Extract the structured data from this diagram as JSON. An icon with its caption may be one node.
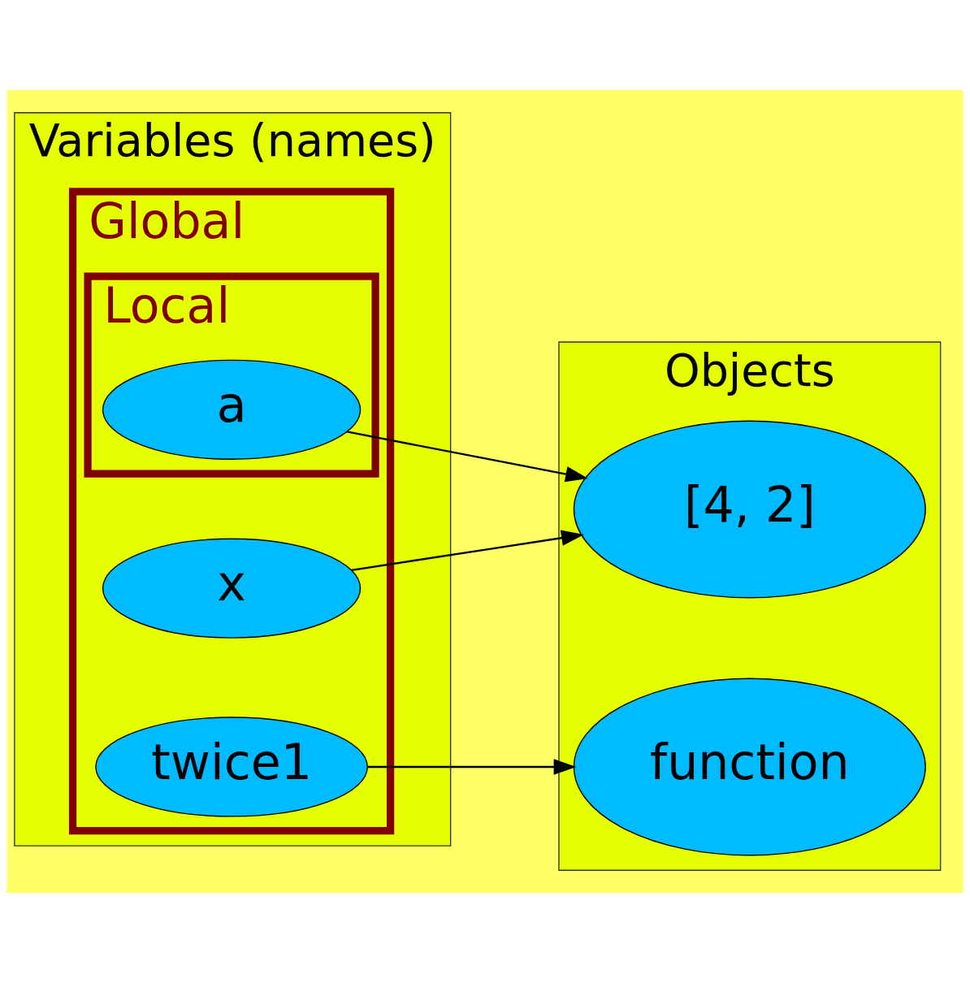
{
  "diagram": {
    "nodes": [
      {
        "text": [
          "Variables (names)"
        ]
      },
      {
        "text": [
          "Global"
        ],
        "in": 0
      },
      {
        "text": [
          "twice1"
        ],
        "in": 1
      },
      {
        "text": [
          "x"
        ],
        "in": 1
      },
      {
        "text": [
          "Local"
        ],
        "in": 1
      },
      {
        "text": [
          "a"
        ],
        "in": 4
      },
      {
        "text": [
          "Objects"
        ]
      },
      {
        "text": [
          "function"
        ],
        "in": 6
      },
      {
        "text": [
          "[4, 2]"
        ],
        "in": 6
      }
    ],
    "edges": [
      {
        "from": 2,
        "to": 7,
        "arrow": "to"
      },
      {
        "from": 3,
        "to": 8,
        "arrow": "to"
      },
      {
        "from": 5,
        "to": 8,
        "arrow": "to"
      }
    ]
  }
}
